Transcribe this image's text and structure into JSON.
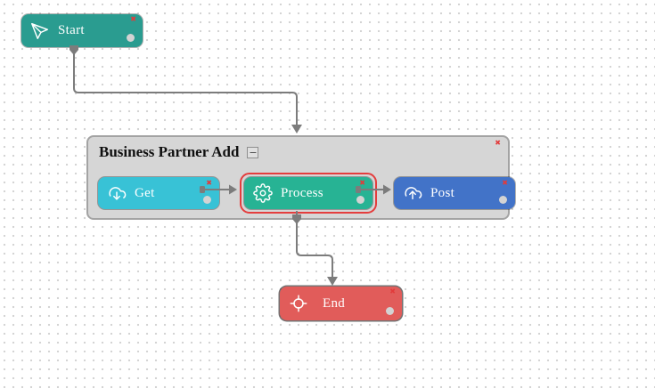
{
  "glyphs": {
    "close": "✖",
    "minus": "−"
  },
  "group": {
    "title": "Business Partner Add"
  },
  "nodes": {
    "start": {
      "label": "Start",
      "icon": "paper-plane-icon",
      "color": "#2A9C90"
    },
    "get": {
      "label": "Get",
      "icon": "cloud-download-icon",
      "color": "#38C2D6"
    },
    "process": {
      "label": "Process",
      "icon": "gear-icon",
      "color": "#27B394",
      "selected": true
    },
    "post": {
      "label": "Post",
      "icon": "cloud-upload-icon",
      "color": "#4273C8"
    },
    "end": {
      "label": "End",
      "icon": "crosshair-icon",
      "color": "#E15C5A"
    }
  },
  "edges": [
    {
      "from": "start",
      "to": "business-partner-add-group"
    },
    {
      "from": "get",
      "to": "process"
    },
    {
      "from": "process",
      "to": "post"
    },
    {
      "from": "process",
      "to": "end"
    }
  ],
  "colors": {
    "edge": "#7C7C7C",
    "group_bg": "#D6D6D6",
    "group_border": "#A3A3A3",
    "selection_outline": "#E43D3D",
    "close_x": "#E23B3B",
    "status_dot": "#D3D3D3",
    "canvas_dot": "#D2D2D2"
  }
}
